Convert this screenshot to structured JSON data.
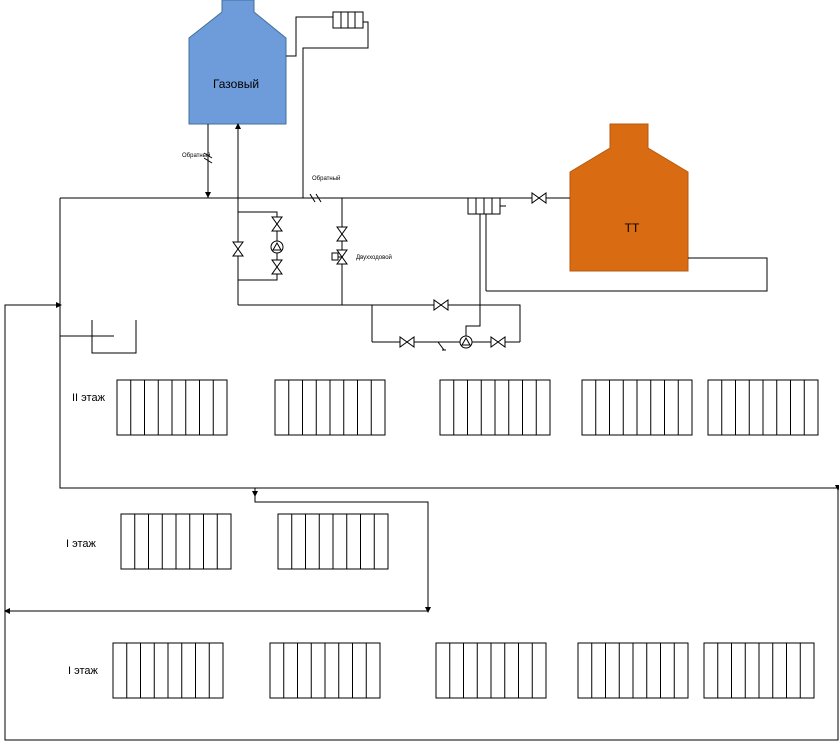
{
  "boilers": {
    "gas": {
      "label": "Газовый",
      "color": "#6e9bd9"
    },
    "solid": {
      "label": "ТТ",
      "color": "#d96b12"
    }
  },
  "labels": {
    "check_valve_gas": "Обратный",
    "check_valve_main": "Обратный",
    "two_way_valve": "Двухходовой"
  },
  "floors": {
    "upper": "II этаж",
    "middle": "I этаж",
    "lower": "I этаж"
  },
  "radiator_rows": [
    {
      "name": "upper",
      "count": 5
    },
    {
      "name": "middle",
      "count": 2
    },
    {
      "name": "lower",
      "count": 5
    }
  ]
}
